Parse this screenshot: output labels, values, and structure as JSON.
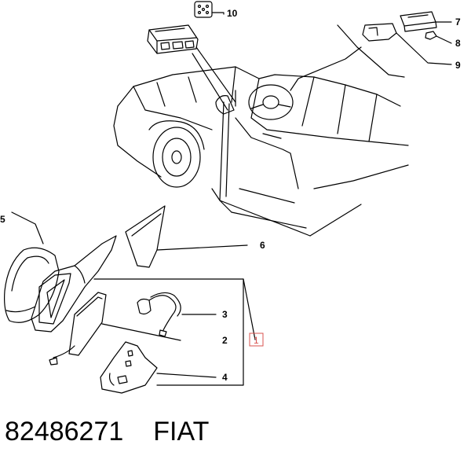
{
  "callouts": {
    "c1": "1",
    "c2": "2",
    "c3": "3",
    "c4": "4",
    "c5": "5",
    "c6": "6",
    "c7": "7",
    "c8": "8",
    "c9": "9",
    "c10": "10"
  },
  "footer": {
    "part_number": "82486271",
    "brand": "FIAT"
  },
  "colors": {
    "line": "#000000",
    "highlight": "#d9534f"
  }
}
